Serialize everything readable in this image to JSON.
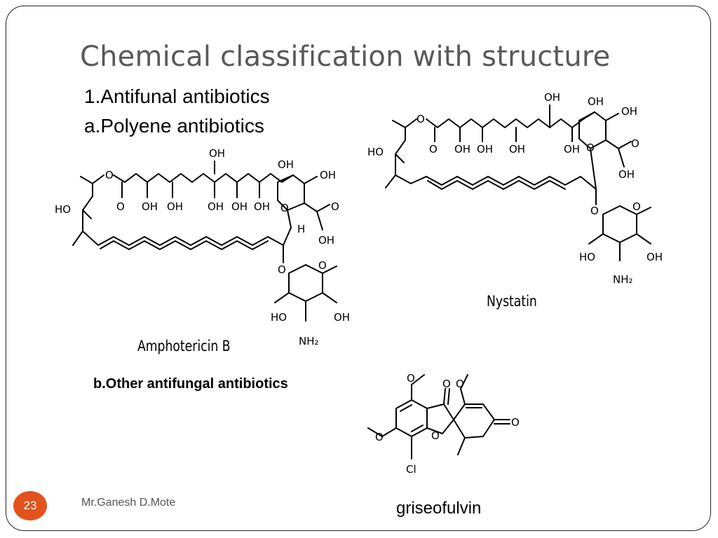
{
  "slide": {
    "title": "Chemical classification with structure",
    "section": "1.Antifunal antibiotics",
    "subsection_a": "a.Polyene antibiotics",
    "subsection_b": "b.Other antifungal antibiotics",
    "slide_number": "23",
    "author": "Mr.Ganesh D.Mote"
  },
  "structures": {
    "amphotericin": {
      "name": "Amphotericin B",
      "labels": {
        "oh": "OH",
        "o": "O",
        "h": "H",
        "ho": "HO",
        "nh2": "NH₂"
      }
    },
    "nystatin": {
      "name": "Nystatin",
      "labels": {
        "oh": "OH",
        "o": "O",
        "ho": "HO",
        "nh2": "NH₂"
      }
    },
    "griseofulvin": {
      "name": "griseofulvin",
      "labels": {
        "o": "O",
        "cl": "Cl"
      }
    }
  },
  "colors": {
    "title": "#595959",
    "badge": "#e2521d",
    "frame": "#222222"
  }
}
